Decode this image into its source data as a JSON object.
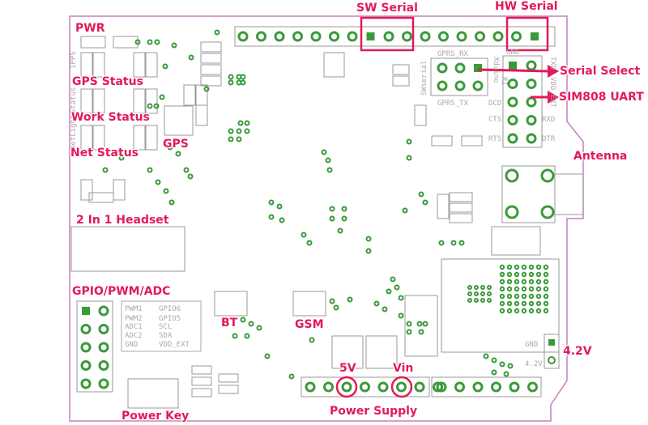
{
  "callouts": {
    "pwr": "PWR",
    "gps_status": "GPS Status",
    "work_status": "Work Status",
    "net_status": "Net Status",
    "gps": "GPS",
    "headset": "2 In 1 Headset",
    "gpio": "GPIO/PWM/ADC",
    "bt": "BT",
    "gsm": "GSM",
    "power_key": "Power Key",
    "five_v": "5V",
    "vin": "Vin",
    "power_supply": "Power Supply",
    "sw_serial": "SW Serial",
    "hw_serial": "HW Serial",
    "serial_select": "Serial Select",
    "sim808_uart": "SIM808 UART",
    "antenna": "Antenna",
    "v42": "4.2V"
  },
  "silkscreen": {
    "pps": "1PPS",
    "status": "Status",
    "netlight": "NetLight",
    "gprs_rx": "GPRS_RX",
    "gprs_tx": "GPRS_TX",
    "swserial": "SWserial",
    "xduino": "Xduino",
    "ri": "RI",
    "gnd": "GND",
    "dcd": "DCD",
    "cts": "CTS",
    "rts": "RTS",
    "txd": "TXD",
    "vdd_ext": "VDD_EXT",
    "rxd": "RXD",
    "dtr": "DTR",
    "gpio_pins": [
      "PWM1",
      "GPIO6",
      "PWM2",
      "GPIO5",
      "ADC1",
      "SCL",
      "ADC2",
      "SDA",
      "GND",
      "VDD_EXT"
    ],
    "gnd2": "GND",
    "v42": "4.2V"
  },
  "colors": {
    "board_outline": "#c97fc0",
    "pad": "#3a9a3a",
    "callout": "#e3195a",
    "silk": "#aaaaaa"
  }
}
